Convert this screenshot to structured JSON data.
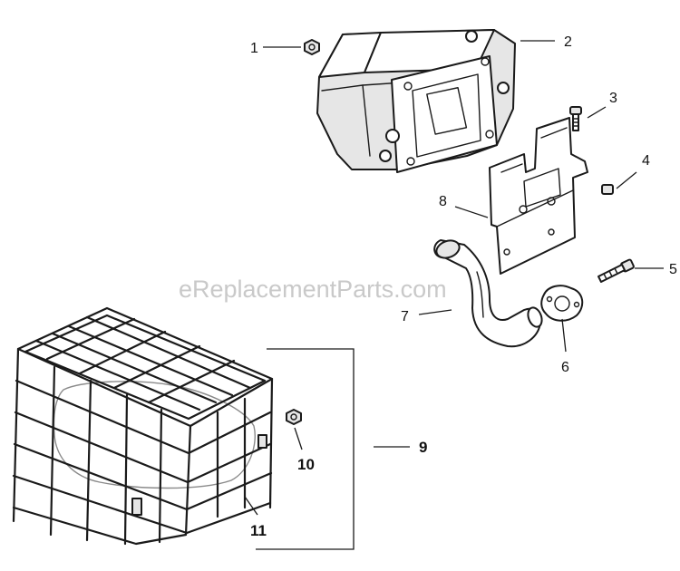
{
  "watermark": "eReplacementParts.com",
  "callouts": {
    "c1": "1",
    "c2": "2",
    "c3": "3",
    "c4": "4",
    "c5": "5",
    "c6": "6",
    "c7": "7",
    "c8": "8",
    "c9": "9",
    "c10": "10",
    "c11": "11"
  },
  "icons": {
    "nut_small": "hex-nut-icon",
    "muffler": "muffler-icon",
    "screw": "screw-icon",
    "bolt": "bolt-icon",
    "gasket": "gasket-icon",
    "pipe": "exhaust-pipe-icon",
    "bracket": "bracket-icon",
    "guard": "muffler-guard-icon"
  },
  "colors": {
    "line": "#1a1a1a",
    "watermark": "#c9c9c9",
    "background": "#ffffff"
  }
}
